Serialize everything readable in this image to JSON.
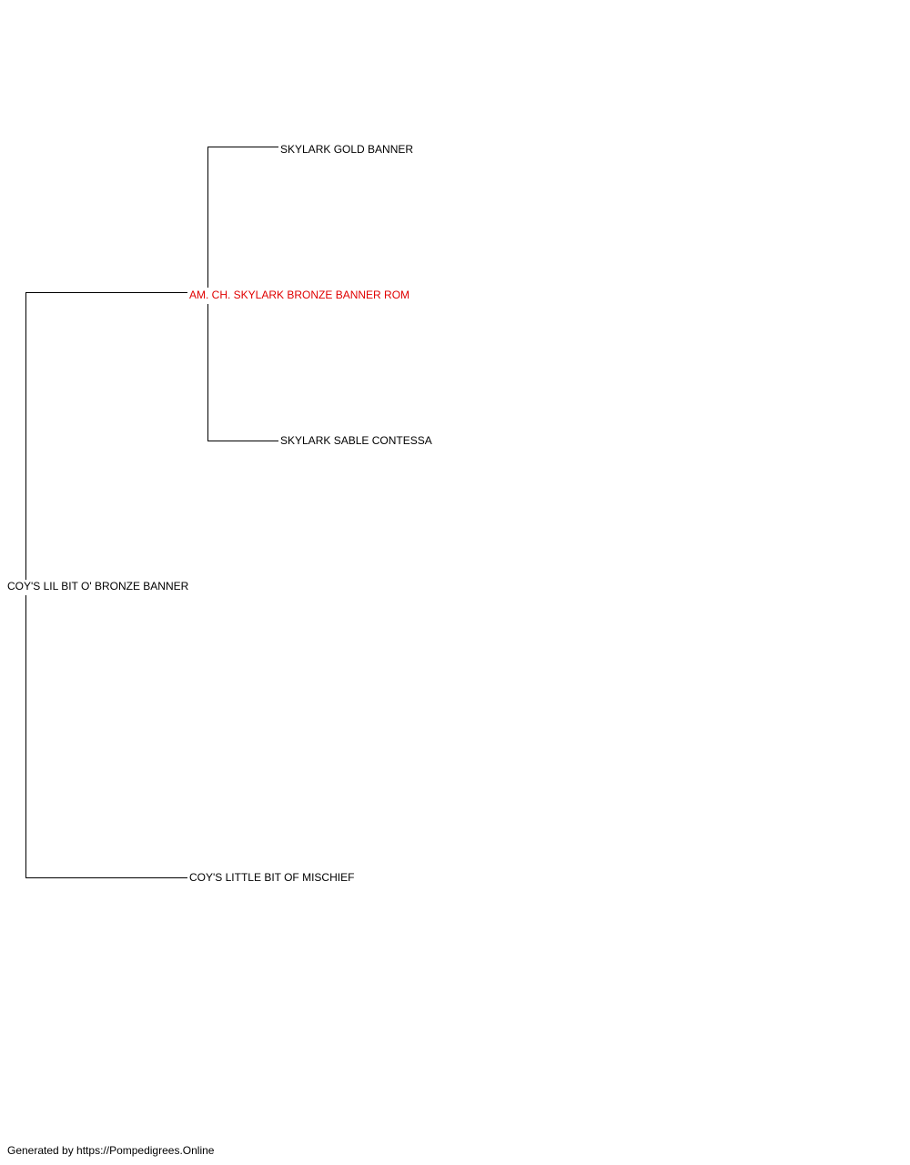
{
  "pedigree": {
    "subject": {
      "name": "COY'S LIL BIT O' BRONZE BANNER",
      "color": "#000000"
    },
    "sire": {
      "name": "AM. CH. SKYLARK BRONZE BANNER ROM",
      "color": "#e00000"
    },
    "dam": {
      "name": "COY'S LITTLE BIT OF MISCHIEF",
      "color": "#000000"
    },
    "sire_sire": {
      "name": "SKYLARK GOLD BANNER",
      "color": "#000000"
    },
    "sire_dam": {
      "name": "SKYLARK SABLE CONTESSA",
      "color": "#000000"
    }
  },
  "footer": {
    "text": "Generated by https://Pompedigrees.Online"
  },
  "colors": {
    "line": "#000000",
    "text": "#000000",
    "highlight": "#e00000",
    "background": "#ffffff"
  }
}
